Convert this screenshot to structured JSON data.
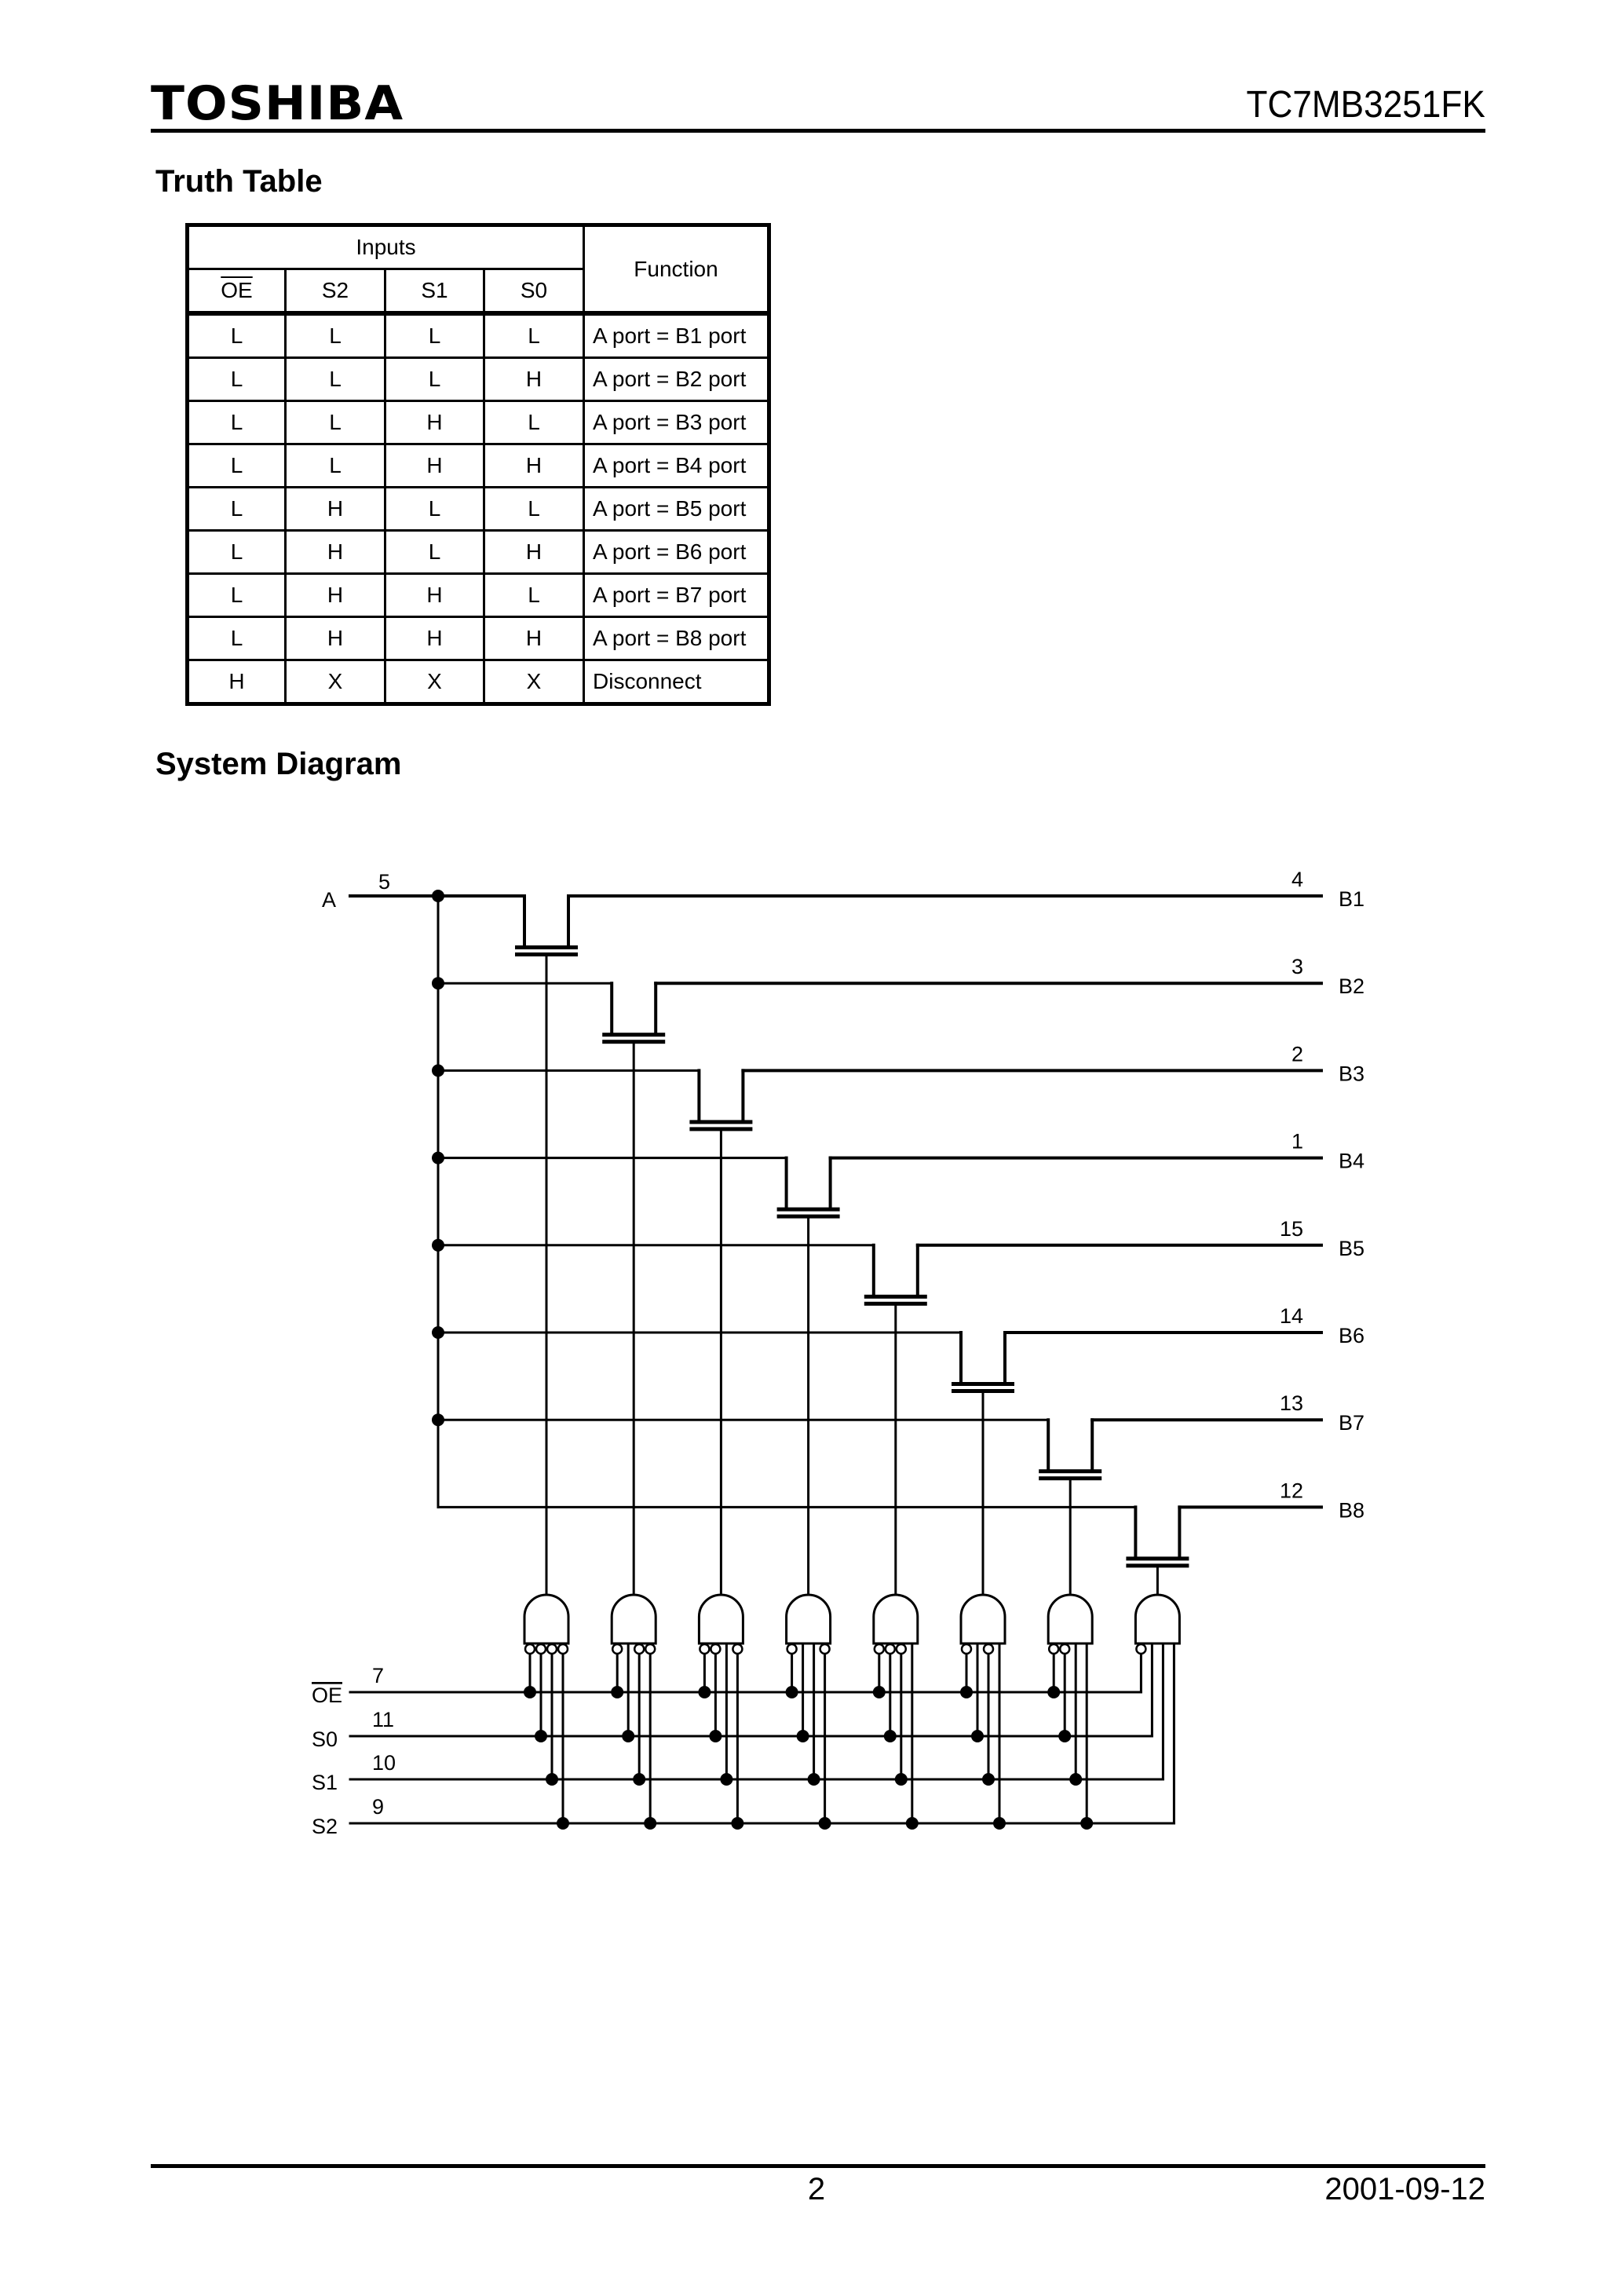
{
  "header": {
    "brand": "TOSHIBA",
    "part_number": "TC7MB3251FK"
  },
  "truth_table": {
    "title": "Truth Table",
    "group_header": "Inputs",
    "function_header": "Function",
    "columns": [
      "OE",
      "S2",
      "S1",
      "S0"
    ],
    "oe_overbar": true,
    "rows": [
      {
        "oe": "L",
        "s2": "L",
        "s1": "L",
        "s0": "L",
        "function": "A port = B1 port"
      },
      {
        "oe": "L",
        "s2": "L",
        "s1": "L",
        "s0": "H",
        "function": "A port = B2 port"
      },
      {
        "oe": "L",
        "s2": "L",
        "s1": "H",
        "s0": "L",
        "function": "A port = B3 port"
      },
      {
        "oe": "L",
        "s2": "L",
        "s1": "H",
        "s0": "H",
        "function": "A port = B4 port"
      },
      {
        "oe": "L",
        "s2": "H",
        "s1": "L",
        "s0": "L",
        "function": "A port = B5 port"
      },
      {
        "oe": "L",
        "s2": "H",
        "s1": "L",
        "s0": "H",
        "function": "A port = B6 port"
      },
      {
        "oe": "L",
        "s2": "H",
        "s1": "H",
        "s0": "L",
        "function": "A port = B7 port"
      },
      {
        "oe": "L",
        "s2": "H",
        "s1": "H",
        "s0": "H",
        "function": "A port = B8 port"
      },
      {
        "oe": "H",
        "s2": "X",
        "s1": "X",
        "s0": "X",
        "function": "Disconnect"
      }
    ]
  },
  "system_diagram": {
    "title": "System Diagram",
    "input_port": {
      "label": "A",
      "pin": "5"
    },
    "output_ports": [
      {
        "label": "B1",
        "pin": "4"
      },
      {
        "label": "B2",
        "pin": "3"
      },
      {
        "label": "B3",
        "pin": "2"
      },
      {
        "label": "B4",
        "pin": "1"
      },
      {
        "label": "B5",
        "pin": "15"
      },
      {
        "label": "B6",
        "pin": "14"
      },
      {
        "label": "B7",
        "pin": "13"
      },
      {
        "label": "B8",
        "pin": "12"
      }
    ],
    "control_inputs": [
      {
        "label": "OE",
        "pin": "7",
        "overbar": true
      },
      {
        "label": "S0",
        "pin": "11",
        "overbar": false
      },
      {
        "label": "S1",
        "pin": "10",
        "overbar": false
      },
      {
        "label": "S2",
        "pin": "9",
        "overbar": false
      }
    ],
    "gates": [
      {
        "output": "B1",
        "inverted_inputs": [
          "OE",
          "S0",
          "S1",
          "S2"
        ]
      },
      {
        "output": "B2",
        "inverted_inputs": [
          "OE",
          "S1",
          "S2"
        ]
      },
      {
        "output": "B3",
        "inverted_inputs": [
          "OE",
          "S0",
          "S2"
        ]
      },
      {
        "output": "B4",
        "inverted_inputs": [
          "OE",
          "S2"
        ]
      },
      {
        "output": "B5",
        "inverted_inputs": [
          "OE",
          "S0",
          "S1"
        ]
      },
      {
        "output": "B6",
        "inverted_inputs": [
          "OE",
          "S1"
        ]
      },
      {
        "output": "B7",
        "inverted_inputs": [
          "OE",
          "S0"
        ]
      },
      {
        "output": "B8",
        "inverted_inputs": [
          "OE"
        ]
      }
    ]
  },
  "footer": {
    "page_number": "2",
    "date": "2001-09-12"
  }
}
